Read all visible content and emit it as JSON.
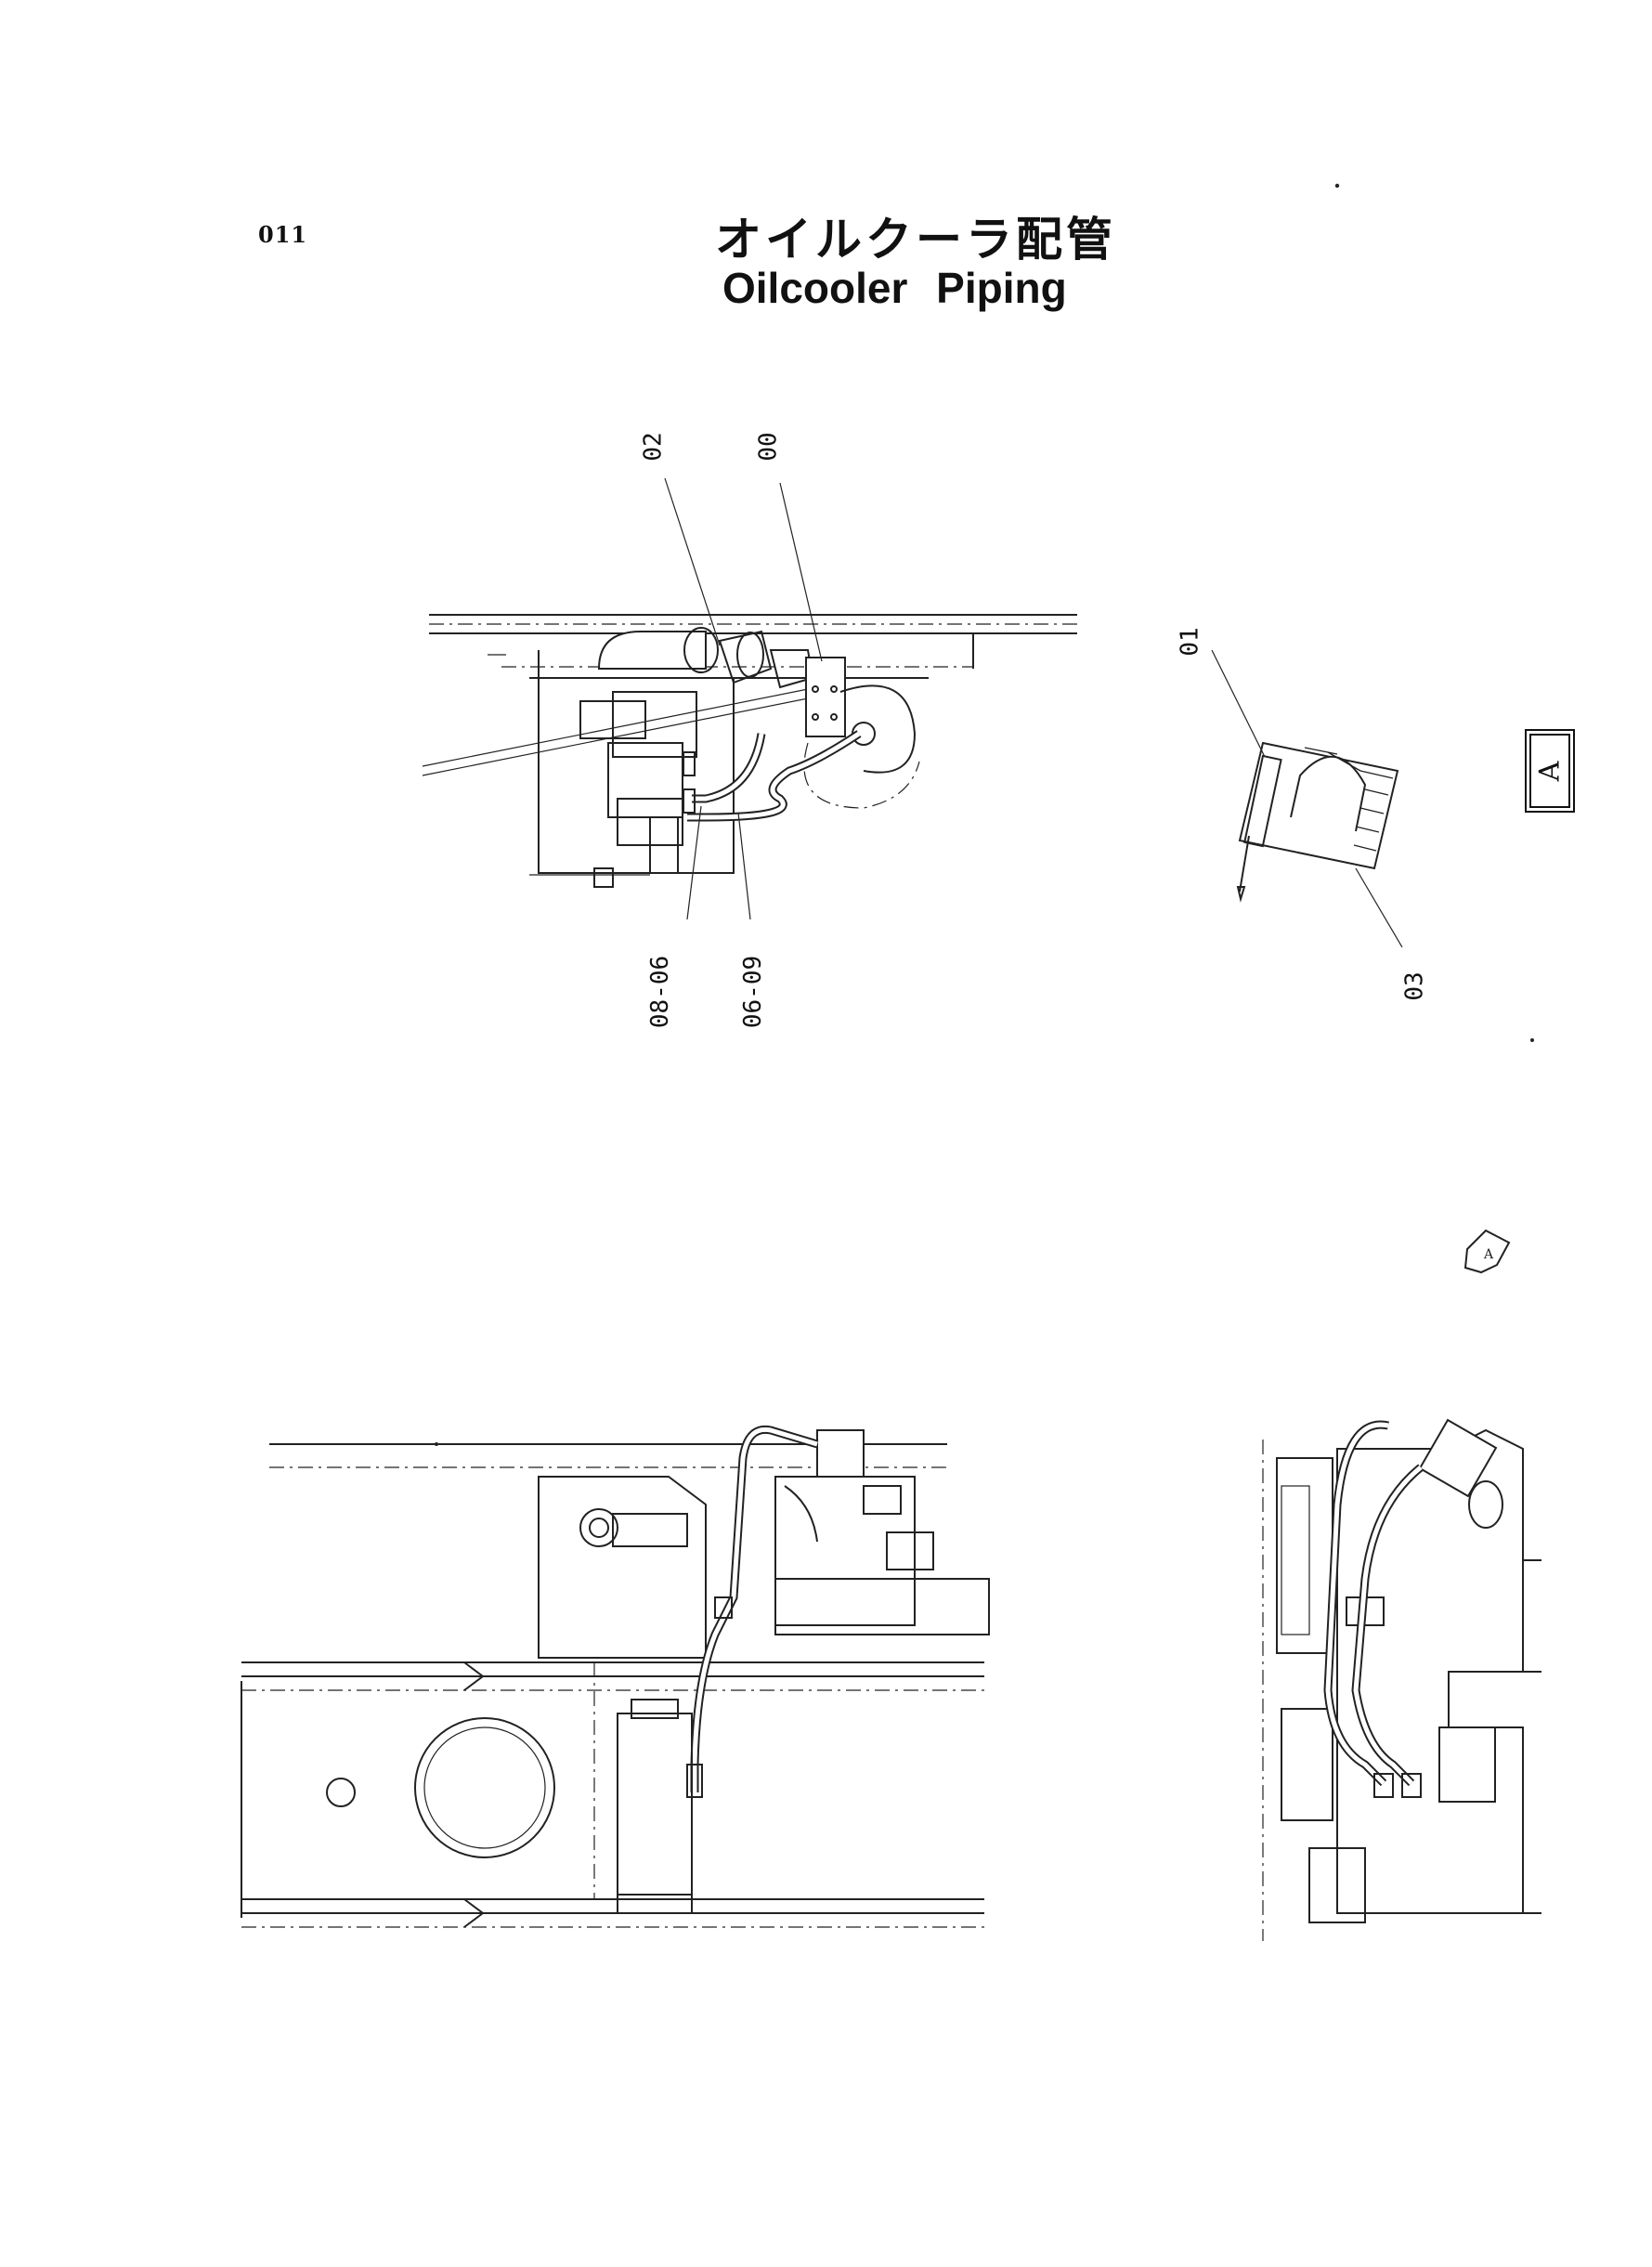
{
  "page_number": "011",
  "title": {
    "japanese": "オイルクーラ配管",
    "english": "Oilcooler  Piping"
  },
  "view_marker": "A",
  "part_labels": {
    "p02": "02",
    "p00": "00",
    "p01": "01",
    "p03": "03",
    "p08_06": "08-06",
    "p06_09": "06-09"
  }
}
